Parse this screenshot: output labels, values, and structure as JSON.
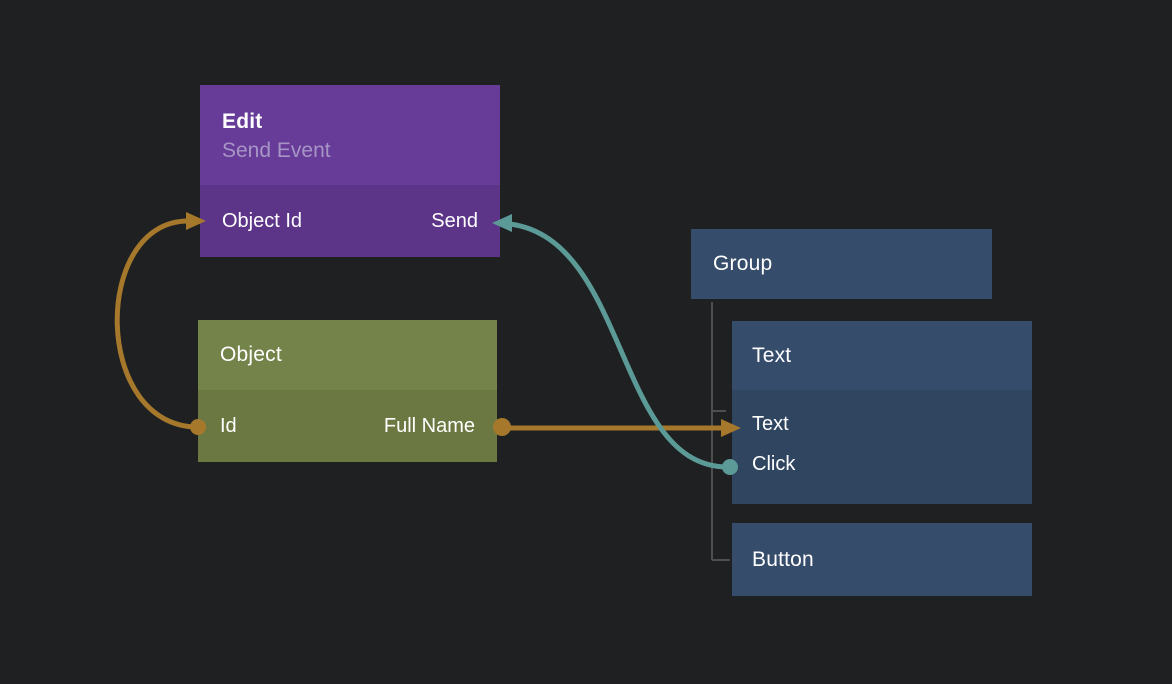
{
  "palette": {
    "background": "#1f2022",
    "edit_header": "#673c99",
    "edit_body": "#5c3589",
    "object_header": "#74834a",
    "object_body": "#6b7841",
    "blue_header": "#364c6b",
    "blue_body": "#30455f",
    "edge_orange": "#a5782c",
    "edge_teal": "#5b9a96",
    "tree_line": "#4e4e4e",
    "subtitle_text": "#a795c5",
    "node_text": "#ffffff"
  },
  "nodes": {
    "edit": {
      "title": "Edit",
      "subtitle": "Send Event",
      "input_port": "Object Id",
      "output_port": "Send"
    },
    "object": {
      "title": "Object",
      "input_port": "Id",
      "output_port": "Full Name"
    },
    "group": {
      "title": "Group"
    },
    "text": {
      "title": "Text",
      "ports": [
        {
          "label": "Text"
        },
        {
          "label": "Click"
        }
      ]
    },
    "button": {
      "title": "Button"
    }
  },
  "edges": [
    {
      "from": "Object.Id",
      "to": "Edit.Object Id",
      "color": "#a5782c"
    },
    {
      "from": "Object.Full Name",
      "to": "Text.Text",
      "color": "#a5782c"
    },
    {
      "from": "Text.Click",
      "to": "Edit.Send",
      "color": "#5b9a96"
    }
  ]
}
